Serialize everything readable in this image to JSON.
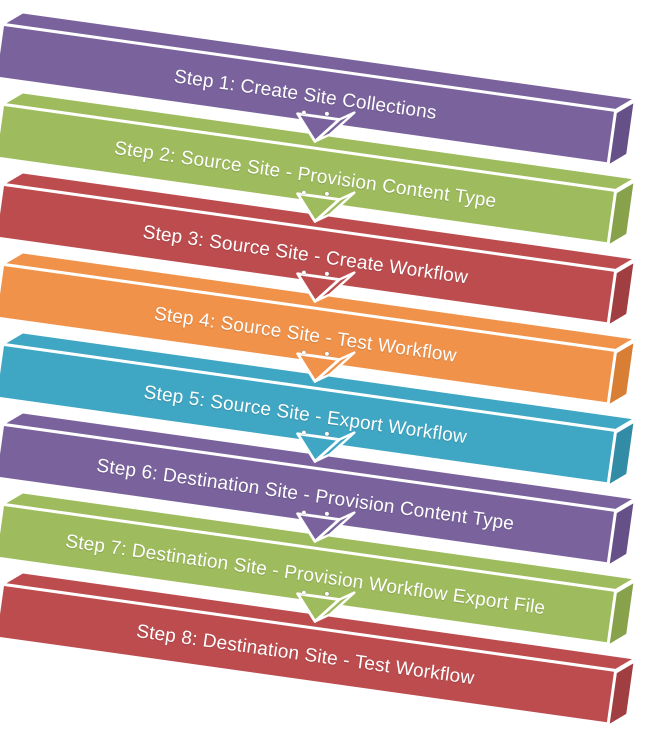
{
  "diagram": {
    "background": "#FFFFFF",
    "text_color": "#FFFFFF",
    "type": "step-down-process",
    "steps": [
      {
        "label": "Step 1: Create Site Collections",
        "color": "#7A639D",
        "cap_color": "#655087"
      },
      {
        "label": "Step 2: Source Site - Provision Content Type",
        "color": "#9EBC5D",
        "cap_color": "#87A24B"
      },
      {
        "label": "Step 3: Source Site - Create Workflow",
        "color": "#BD4C4F",
        "cap_color": "#A03E41"
      },
      {
        "label": "Step 4: Source Site - Test Workflow",
        "color": "#F0924A",
        "cap_color": "#D97E35"
      },
      {
        "label": "Step 5: Source Site - Export Workflow",
        "color": "#3FA7C3",
        "cap_color": "#338CA5"
      },
      {
        "label": "Step 6: Destination Site - Provision Content Type",
        "color": "#7A639D",
        "cap_color": "#655087"
      },
      {
        "label": "Step 7: Destination Site - Provision Workflow Export File",
        "color": "#9EBC5D",
        "cap_color": "#87A24B"
      },
      {
        "label": "Step 8: Destination Site - Test Workflow",
        "color": "#BD4C4F",
        "cap_color": "#A03E41"
      }
    ]
  }
}
